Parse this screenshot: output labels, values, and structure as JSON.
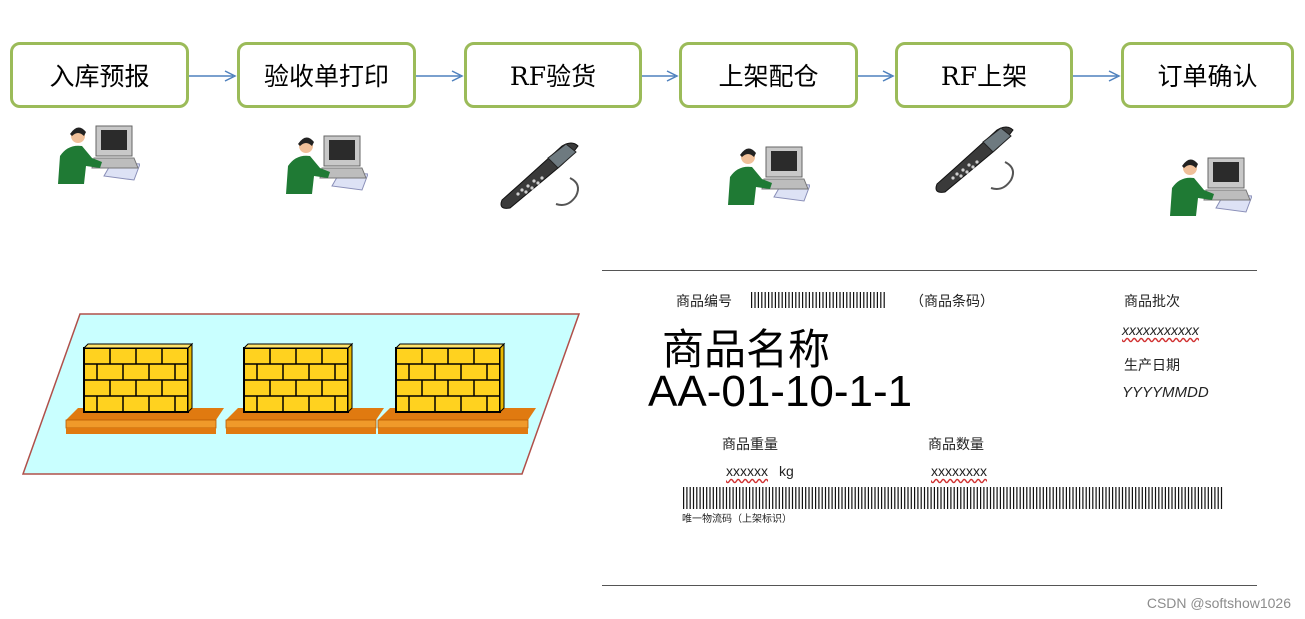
{
  "flow": {
    "steps": [
      {
        "label": "入库预报"
      },
      {
        "label": "验收单打印"
      },
      {
        "label": "RF验货"
      },
      {
        "label": "上架配仓"
      },
      {
        "label": "RF上架"
      },
      {
        "label": "订单确认"
      }
    ],
    "icons": [
      "computer-user-icon",
      "computer-user-icon",
      "rf-scanner-icon",
      "computer-user-icon",
      "rf-scanner-icon",
      "computer-user-icon"
    ]
  },
  "colors": {
    "step_border": "#9bbb59",
    "arrow": "#4f81bd",
    "floor_fill": "#c9ffff",
    "floor_border": "#b0504a",
    "box_fill": "#ffd21f",
    "pallet": "#e07a10"
  },
  "label_card": {
    "code_label": "商品编号",
    "code_hint": "（商品条码）",
    "name": "商品名称",
    "location": "AA-01-10-1-1",
    "batch_label": "商品批次",
    "batch_value": "xxxxxxxxxxx",
    "date_label": "生产日期",
    "date_value": "YYYYMMDD",
    "weight_label": "商品重量",
    "weight_value": "xxxxxx",
    "weight_unit": "kg",
    "qty_label": "商品数量",
    "qty_value": "xxxxxxxx",
    "serial_label": "唯一物流码（上架标识）"
  },
  "watermark": "CSDN @softshow1026"
}
